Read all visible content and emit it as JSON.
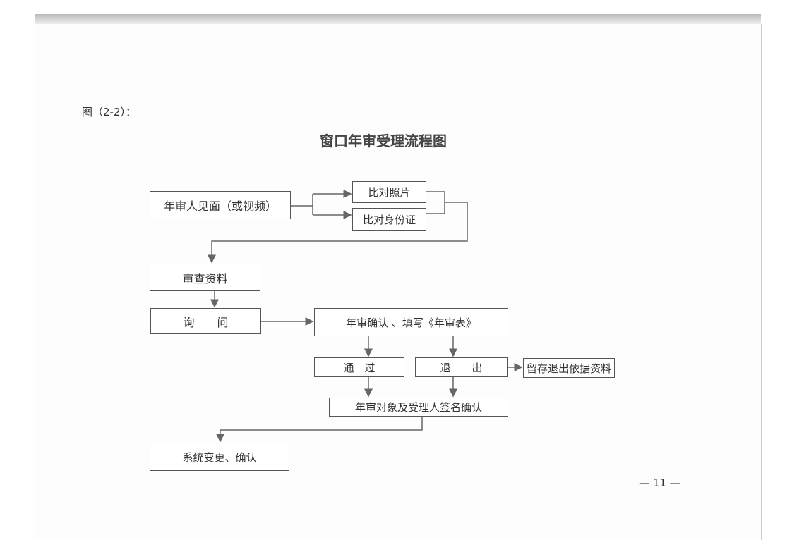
{
  "figure_label": "图（2-2）：",
  "title": "窗口年审受理流程图",
  "nodes": {
    "meet": "年审人见面（或视频）",
    "photo": "比对照片",
    "id": "比对身份证",
    "review": "审查资料",
    "inquiry": "询　　问",
    "confirm": "年审确认 、填写《年审表》",
    "pass": "通　过",
    "exit": "退　　出",
    "retain": "留存退出依据资料",
    "sign": "年审对象及受理人签名确认",
    "system": "系统变更、确认"
  },
  "page_number": "— 11 —"
}
